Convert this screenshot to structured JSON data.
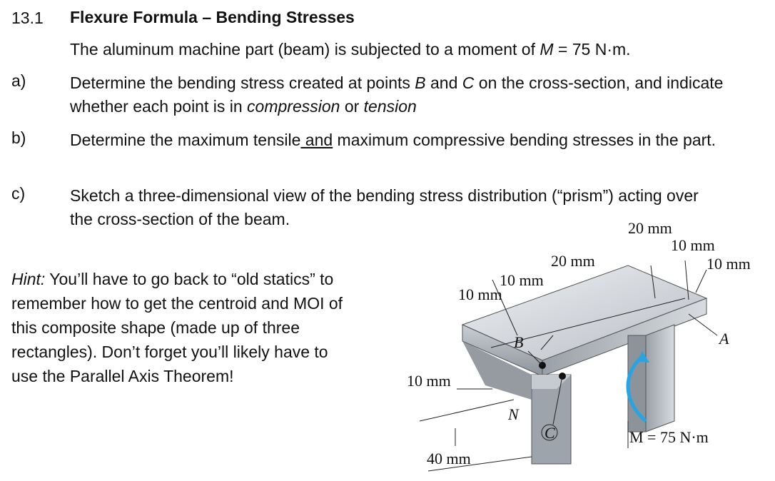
{
  "section": {
    "number": "13.1",
    "title": "Flexure Formula – Bending Stresses"
  },
  "intro": {
    "pre": "The aluminum machine part (beam) is subjected to a moment of ",
    "var": "M",
    "post": " = 75 N·m."
  },
  "parts": [
    {
      "label": "a)",
      "t1": "Determine the bending stress created at points ",
      "b": "B",
      "t2": " and ",
      "c": "C",
      "t3": " on the cross-section, and indicate whether each point is in ",
      "comp": "compression",
      "t4": " or ",
      "tens": "tension"
    },
    {
      "label": "b)",
      "t1": "Determine the maximum tensile",
      "und": " and",
      "t2": " maximum compressive bending stresses in the part."
    },
    {
      "label": "c)",
      "t1": "Sketch a three-dimensional view of the bending stress distribution (“prism”) acting over the cross-section of the beam."
    }
  ],
  "hint": {
    "label": "Hint:",
    "text": " You’ll have to go back to “old statics” to remember how to get the centroid and MOI of this composite shape (made up of three rectangles). Don’t forget you’ll likely have to use the Parallel Axis Theorem!"
  },
  "figure": {
    "dim_20_top": "20 mm",
    "dim_10_top": "10 mm",
    "dim_10_right": "10 mm",
    "dim_20_mid": "20 mm",
    "dim_10_mid": "10 mm",
    "dim_10_left": "10 mm",
    "dim_10_web": "10 mm",
    "dim_40": "40 mm",
    "point_A": "A",
    "point_B": "B",
    "point_C": "C",
    "axis_N": "N",
    "moment_label": "M = 75 N·m",
    "colors": {
      "steel_light": "#d9dde2",
      "steel_mid": "#aeb4bb",
      "steel_dark": "#7b828a",
      "arrow": "#2aa3e0"
    }
  }
}
